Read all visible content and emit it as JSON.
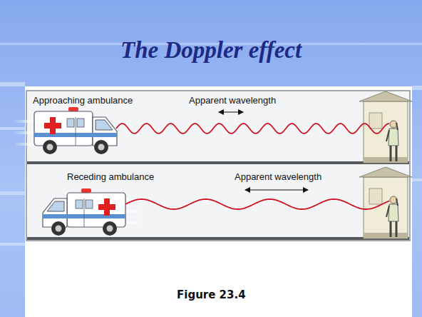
{
  "diagram": {
    "title": "The Doppler effect",
    "caption": "Figure 23.4",
    "labels": [
      "Approaching ambulance",
      "Apparent wavelength",
      "Receding ambulance",
      "Apparent wavelength"
    ]
  }
}
